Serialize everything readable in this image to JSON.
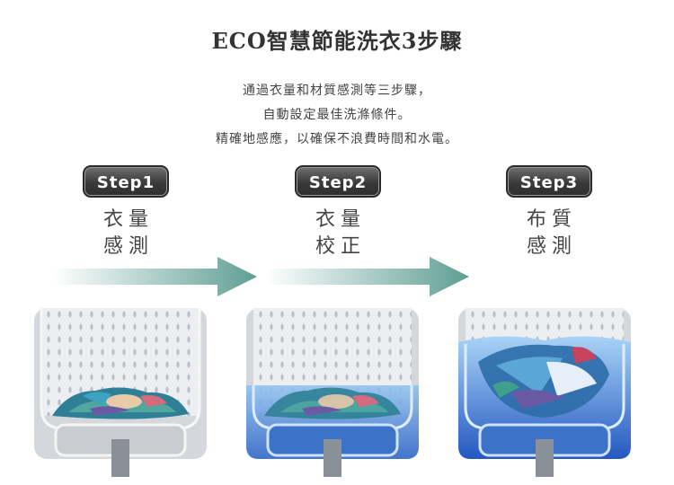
{
  "title": "ECO智慧節能洗衣3步驟",
  "intro": {
    "line1": "通過衣量和材質感測等三步驟，",
    "line2": "自動設定最佳洗滌條件。",
    "line3": "精確地感應，以確保不浪費時間和水電。"
  },
  "steps": [
    {
      "label": "Step1",
      "line1": "衣量",
      "line2": "感測"
    },
    {
      "label": "Step2",
      "line1": "衣量",
      "line2": "校正"
    },
    {
      "label": "Step3",
      "line1": "布質",
      "line2": "感測"
    }
  ],
  "colors": {
    "arrow": "#5e9e93",
    "water": "#2f6fd0",
    "drum": "#e7e9ec",
    "button": "#3a3a3a"
  },
  "icons": [
    "arrow-right-icon",
    "washing-drum-icon"
  ]
}
